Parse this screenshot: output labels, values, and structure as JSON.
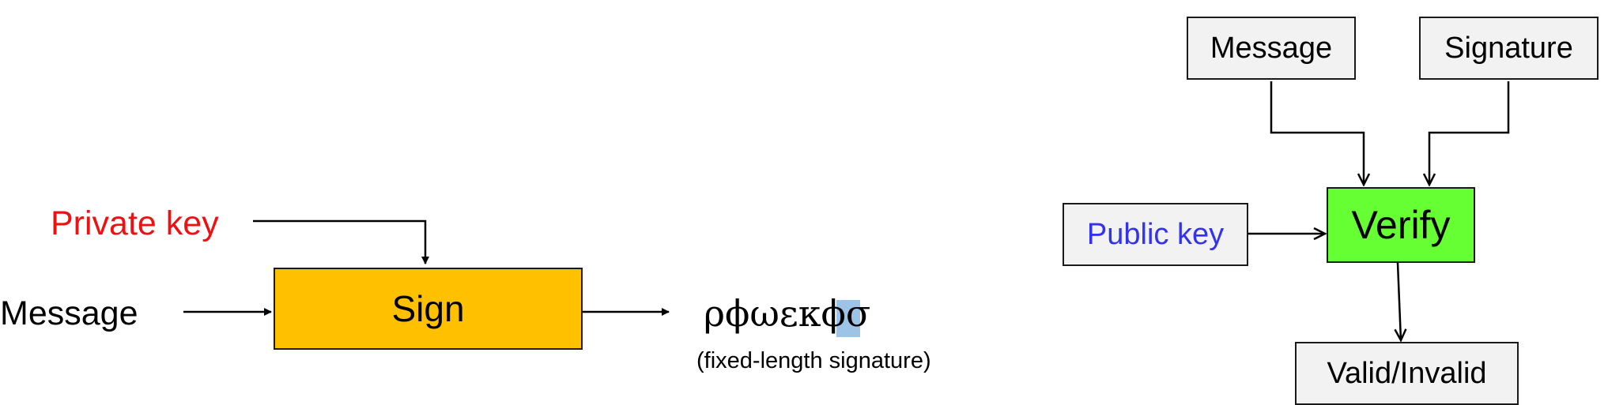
{
  "signing": {
    "private_key_label": "Private key",
    "message_label": "Message",
    "sign_label": "Sign",
    "signature_text": "ρϕωεκϕσ",
    "signature_note": "(fixed-length signature)"
  },
  "verification": {
    "message_label": "Message",
    "signature_label": "Signature",
    "public_key_label": "Public key",
    "verify_label": "Verify",
    "result_label": "Valid/Invalid"
  },
  "colors": {
    "private_key": "#ee1111",
    "public_key": "#3333ee",
    "sign_box": "#ffc000",
    "verify_box": "#66ff33",
    "io_box": "#f2f2f2",
    "highlight": "#9dc3e6"
  }
}
